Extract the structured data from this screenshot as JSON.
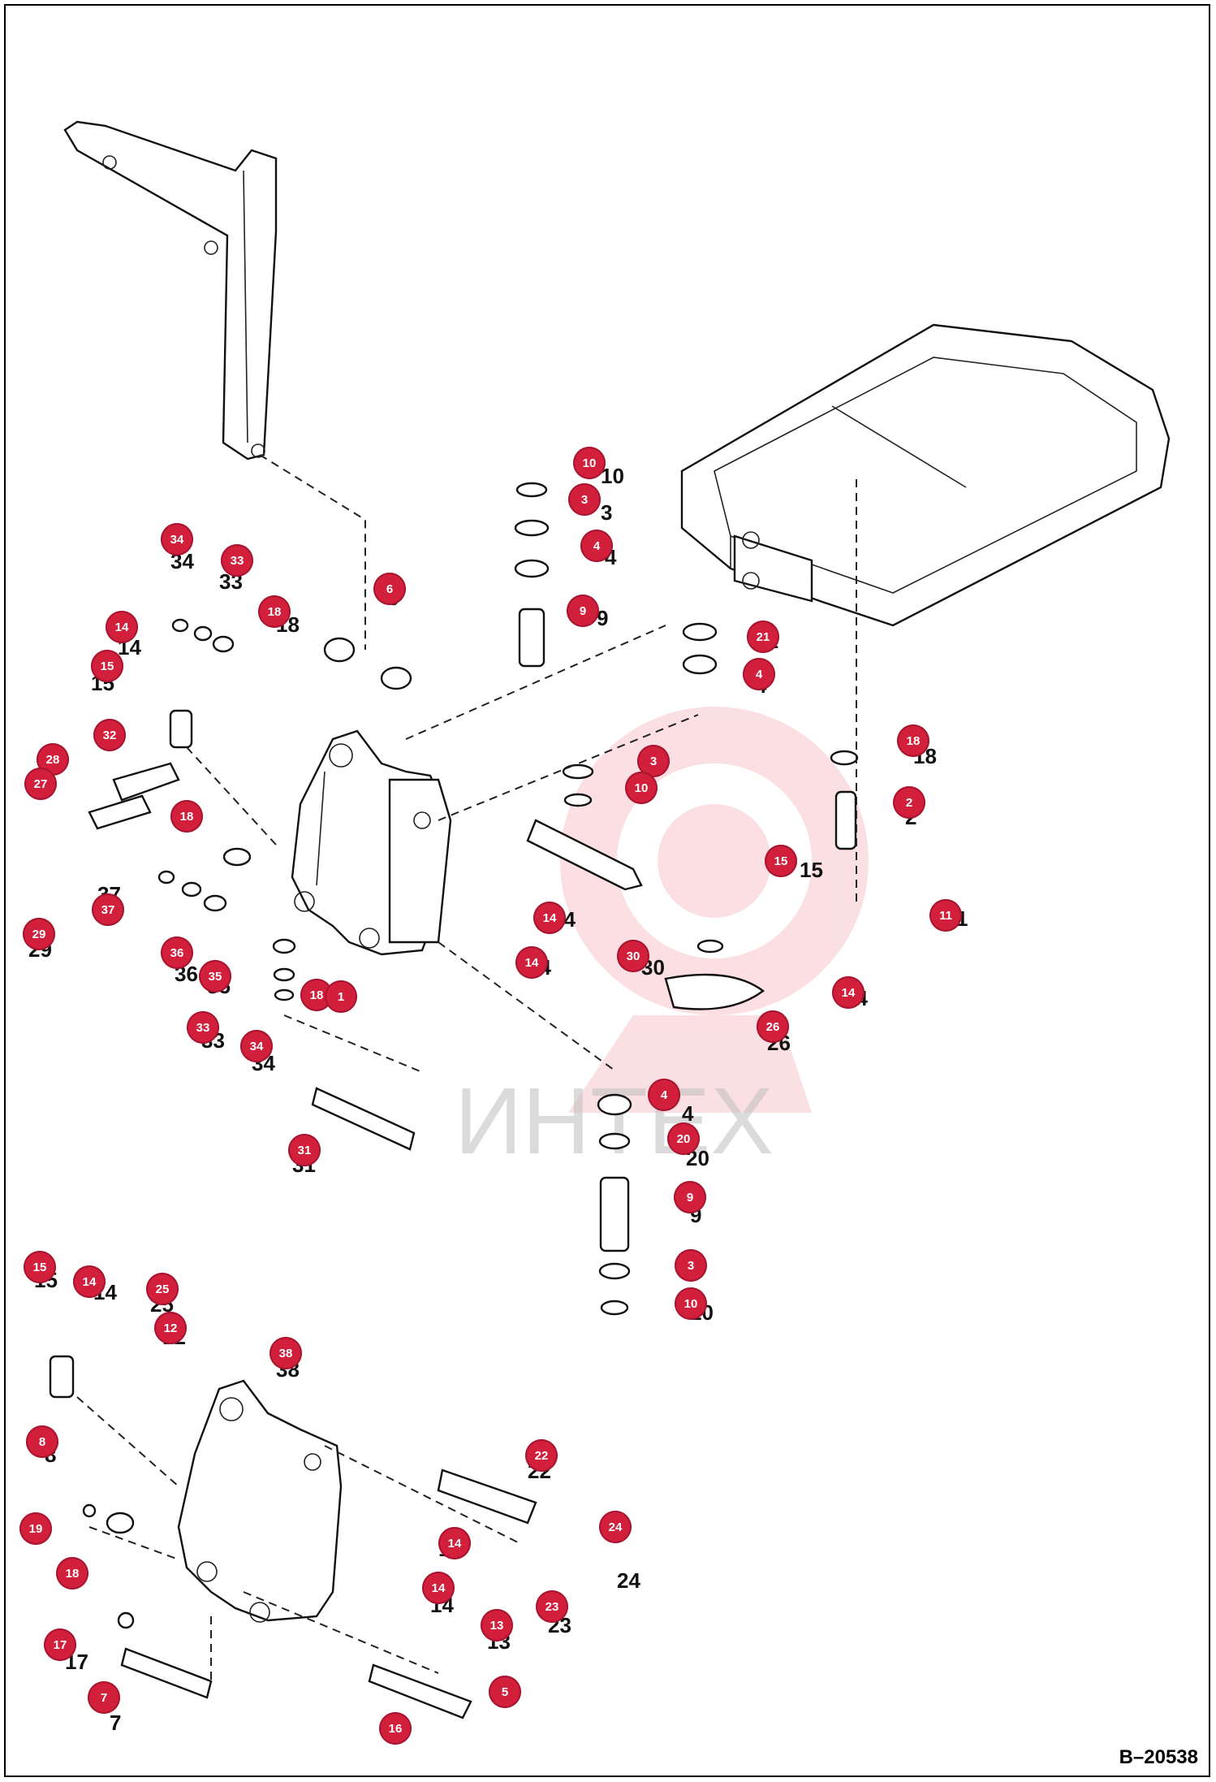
{
  "diagram": {
    "drawing_number": "B–20538",
    "watermark": "ИНТЕХ",
    "callouts": [
      "10",
      "3",
      "4",
      "9",
      "6",
      "34",
      "33",
      "18",
      "14",
      "15",
      "32",
      "28",
      "27",
      "18",
      "29",
      "21",
      "4",
      "3",
      "10",
      "18",
      "2",
      "15",
      "11",
      "14",
      "30",
      "26",
      "14",
      "14",
      "37",
      "36",
      "35",
      "18",
      "1",
      "33",
      "34",
      "31",
      "4",
      "20",
      "9",
      "3",
      "10",
      "15",
      "14",
      "25",
      "12",
      "38",
      "8",
      "22",
      "24",
      "19",
      "18",
      "14",
      "14",
      "23",
      "13",
      "17",
      "7",
      "5",
      "16"
    ]
  },
  "colors": {
    "callout": "#d21f3c",
    "line": "#111111",
    "watermark_red": "#e84050"
  }
}
